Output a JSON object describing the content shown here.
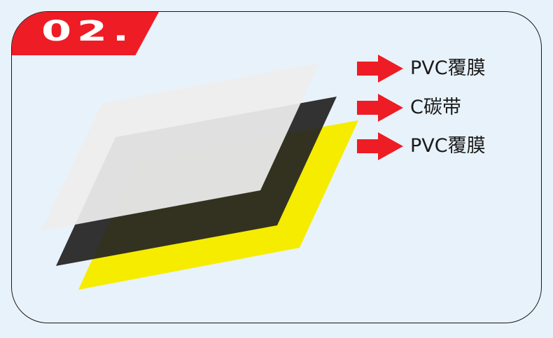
{
  "badge": {
    "text": "02."
  },
  "layers": [
    {
      "label": "PVC覆膜",
      "color": "#eeeeee"
    },
    {
      "label": "C碳带",
      "color": "#2b2b2b"
    },
    {
      "label": "PVC覆膜",
      "color": "#f5ec00"
    }
  ],
  "colors": {
    "accent_red": "#ee1c25",
    "background": "#e8f2fa",
    "yellow_layer": "#f5ec00",
    "dark_layer": "#2b2b2b",
    "white_layer": "#eeeeee"
  },
  "icons": {
    "arrow": "right-arrow-icon"
  }
}
